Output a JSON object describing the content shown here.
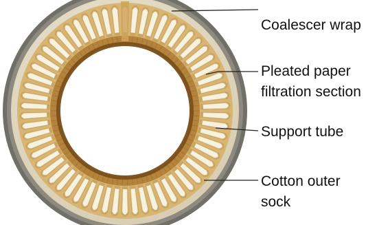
{
  "figure": {
    "subject": "cross-section of a cylindrical filter element",
    "colors": {
      "outer_sock": "#6e6e68",
      "coalescer_wrap": "#efe8d6",
      "pleat_light": "#f7f1df",
      "pleat_shadow": "#c9a462",
      "support_tube": "#b8873e",
      "inner_core": "#9a6a28",
      "leader_line": "#222222",
      "label_text": "#111111",
      "background": "#ffffff"
    },
    "labels": [
      {
        "id": "coalescer",
        "lines": [
          "Coalescer wrap"
        ]
      },
      {
        "id": "pleated",
        "lines": [
          "Pleated paper",
          "filtration section"
        ]
      },
      {
        "id": "support",
        "lines": [
          "Support tube"
        ]
      },
      {
        "id": "sock",
        "lines": [
          "Cotton outer",
          "sock"
        ]
      }
    ]
  }
}
